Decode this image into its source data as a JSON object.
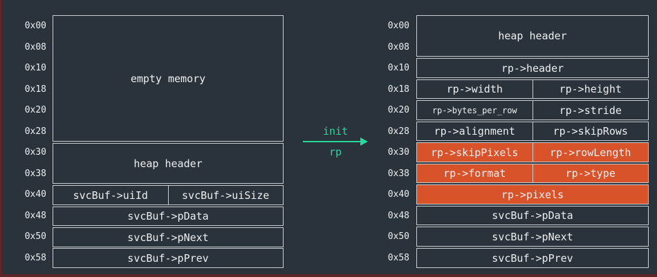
{
  "colors": {
    "background": "#2a323b",
    "cell_border": "#c9ced3",
    "text": "#eceff1",
    "highlight": "#d9532a",
    "arrow": "#29d89c",
    "edge_strip": "#5d2525"
  },
  "arrow": {
    "top_label": "init",
    "bottom_label": "rp"
  },
  "left_diagram": {
    "offsets": [
      "0x00",
      "0x08",
      "0x10",
      "0x18",
      "0x20",
      "0x28",
      "0x30",
      "0x38",
      "0x40",
      "0x48",
      "0x50",
      "0x58"
    ],
    "blocks": {
      "empty_memory": "empty memory",
      "heap_header": "heap header",
      "row40_left": "svcBuf->uiId",
      "row40_right": "svcBuf->uiSize",
      "row48": "svcBuf->pData",
      "row50": "svcBuf->pNext",
      "row58": "svcBuf->pPrev"
    }
  },
  "right_diagram": {
    "offsets": [
      "0x00",
      "0x08",
      "0x10",
      "0x18",
      "0x20",
      "0x28",
      "0x30",
      "0x38",
      "0x40",
      "0x48",
      "0x50",
      "0x58"
    ],
    "highlighted_rows": [
      "0x30",
      "0x38",
      "0x40"
    ],
    "blocks": {
      "heap_header": "heap header",
      "row10": "rp->header",
      "row18_left": "rp->width",
      "row18_right": "rp->height",
      "row20_left": "rp->bytes_per_row",
      "row20_right": "rp->stride",
      "row28_left": "rp->alignment",
      "row28_right": "rp->skipRows",
      "row30_left": "rp->skipPixels",
      "row30_right": "rp->rowLength",
      "row38_left": "rp->format",
      "row38_right": "rp->type",
      "row40": "rp->pixels",
      "row48": "svcBuf->pData",
      "row50": "svcBuf->pNext",
      "row58": "svcBuf->pPrev"
    }
  }
}
